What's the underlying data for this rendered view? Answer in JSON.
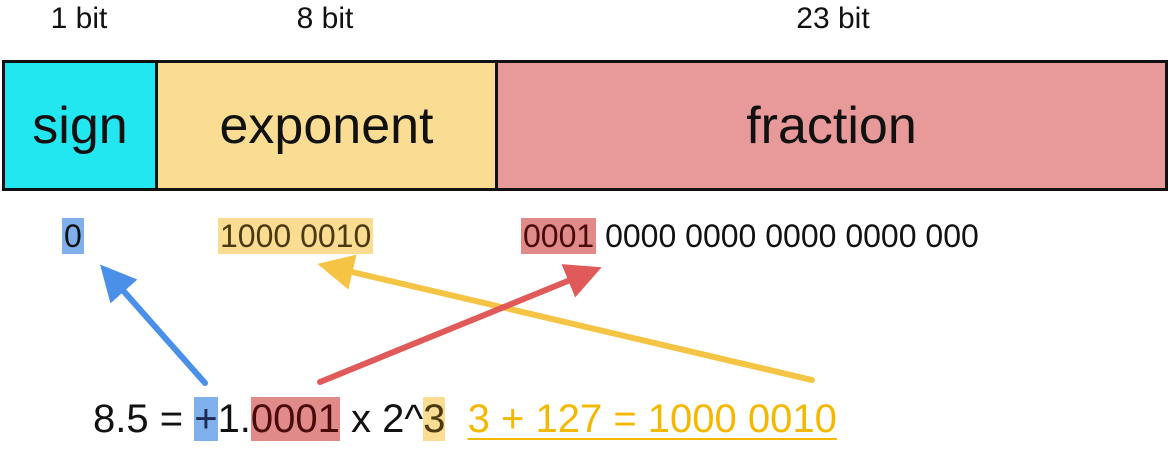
{
  "colors": {
    "sign": "#22e6f0",
    "exponent": "#fbdc93",
    "fraction": "#e89a9a",
    "blue": "#4a8fe8",
    "red": "#e05252",
    "yellow": "#f5c445",
    "yellow_text": "#f5b800"
  },
  "fields": [
    {
      "bits_label": "1 bit",
      "name": "sign"
    },
    {
      "bits_label": "8 bit",
      "name": "exponent"
    },
    {
      "bits_label": "23 bit",
      "name": "fraction"
    }
  ],
  "bits": {
    "sign": "0",
    "exponent": "1000 0010",
    "fraction_highlight": "0001",
    "fraction_rest": " 0000 0000 0000 0000 000"
  },
  "formula": {
    "lhs": "8.5 = ",
    "sign": "+",
    "lead": "1.",
    "mantissa": "0001",
    "times": " x 2^",
    "exp": "3",
    "bias_eq": "3 + 127 = 1000 0010"
  }
}
